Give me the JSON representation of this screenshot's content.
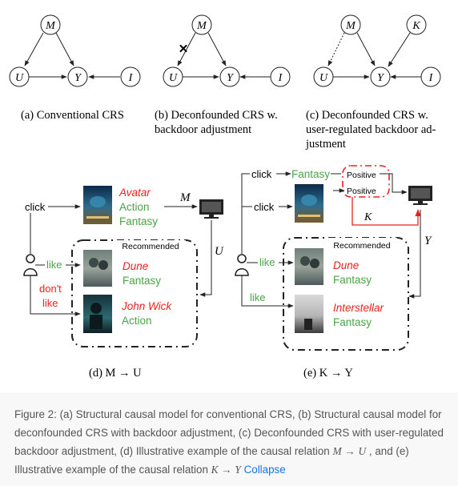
{
  "panels": {
    "a": {
      "caption": "(a) Conventional CRS"
    },
    "b": {
      "caption_line1": "(b) Deconfounded CRS w.",
      "caption_line2": "backdoor adjustment"
    },
    "c": {
      "caption_line1": "(c) Deconfounded CRS w.",
      "caption_line2": "user-regulated backdoor ad-",
      "caption_line3": "justment"
    },
    "d": {
      "caption": "(d) M → U"
    },
    "e": {
      "caption": "(e) K → Y"
    }
  },
  "nodes": {
    "M": "M",
    "U": "U",
    "Y": "Y",
    "I": "I",
    "K": "K"
  },
  "blocked_mark": "✕",
  "colors": {
    "red": "#e8231f",
    "green": "#4aa546",
    "line": "#222222",
    "caption_bg": "#f8f8f8",
    "link": "#1a73e8"
  },
  "panel_d": {
    "click": "click",
    "movie1_title": "Avatar",
    "movie1_genres": [
      "Action",
      "Fantasy"
    ],
    "recommended": "Recommended",
    "like": "like",
    "dont_like": [
      "don't",
      "like"
    ],
    "movie2_title": "Dune",
    "movie2_genre": "Fantasy",
    "movie3_title": "John Wick",
    "movie3_genre": "Action",
    "edge_M": "M",
    "edge_U": "U"
  },
  "panel_e": {
    "click1": "click",
    "fantasy": "Fantasy",
    "positive1": "Positive",
    "positive2": "Positive",
    "click2": "click",
    "edge_K": "K",
    "recommended": "Recommended",
    "edge_Y": "Y",
    "like1": "like",
    "movie2_title": "Dune",
    "movie2_genre": "Fantasy",
    "like2": "like",
    "movie3_title": "Interstellar",
    "movie3_genre": "Fantasy"
  },
  "caption": {
    "t1": "Figure 2: (a) Structural causal model for conventional CRS, (b) Structural causal model for deconfounded CRS with backdoor adjustment, (c) Deconfounded CRS with user-regulated backdoor adjustment, (d) Illustrative example of the causal relation ",
    "m1": "M",
    "t2": "→ ",
    "m2": "U",
    "t3": " , and (e) Illustrative example of the causal relation ",
    "m3": "K",
    "t4": " → ",
    "m4": "Y",
    "collapse": "Collapse"
  }
}
